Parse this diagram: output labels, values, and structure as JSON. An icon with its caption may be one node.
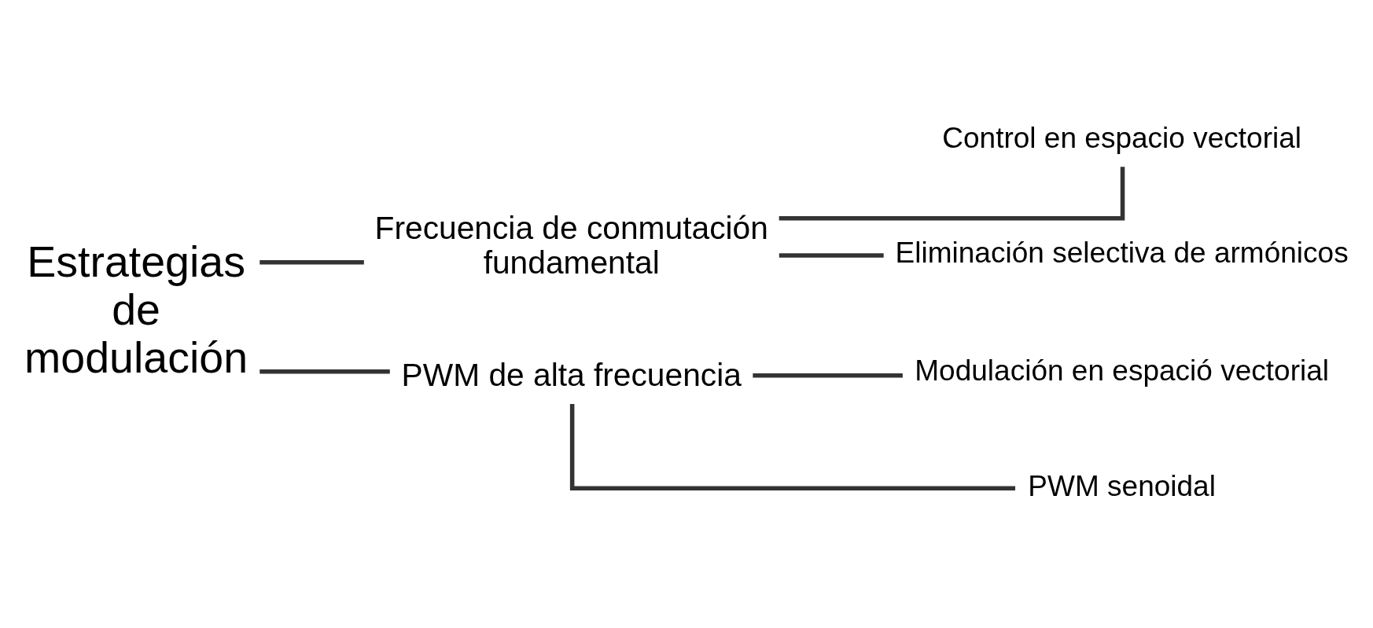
{
  "diagram": {
    "nodes": [
      {
        "text": [
          "Estrategias de modulación"
        ]
      },
      {
        "text": [
          "Frecuencia de conmutación fundamental"
        ]
      },
      {
        "text": [
          "PWM de alta frecuencia"
        ]
      },
      {
        "text": [
          "Control en espacio vectorial"
        ]
      },
      {
        "text": [
          "Eliminación selectiva de armónicos"
        ]
      },
      {
        "text": [
          "Modulación en espació vectorial"
        ]
      },
      {
        "text": [
          "PWM senoidal"
        ]
      }
    ],
    "edges": [
      {
        "from": 0,
        "to": 1,
        "arrow": "none"
      },
      {
        "from": 0,
        "to": 2,
        "arrow": "none"
      },
      {
        "from": 1,
        "to": 3,
        "arrow": "none"
      },
      {
        "from": 1,
        "to": 4,
        "arrow": "none"
      },
      {
        "from": 2,
        "to": 5,
        "arrow": "none"
      },
      {
        "from": 2,
        "to": 6,
        "arrow": "none"
      }
    ]
  }
}
